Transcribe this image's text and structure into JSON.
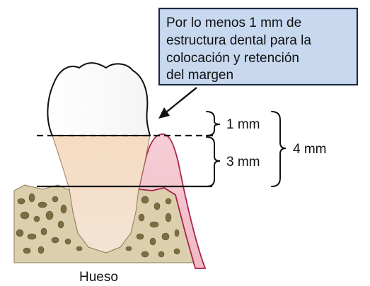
{
  "callout": {
    "lines": [
      "Por lo menos 1 mm de",
      "estructura dental para la",
      "colocación y retención",
      "del margen"
    ]
  },
  "dimensions": {
    "upper": "1 mm",
    "lower": "3 mm",
    "total": "4 mm"
  },
  "caption": "Hueso",
  "colors": {
    "callout_fill": "#c7d8ef",
    "callout_border": "#1c2a44",
    "root": "#f2d3b4",
    "gingiva": "#f3c7cf",
    "gingiva_outline": "#a8264a",
    "bone": "#d9cdb0",
    "bone_pores": "#8b7a4e",
    "crown": "#ffffff",
    "line": "#111111"
  }
}
